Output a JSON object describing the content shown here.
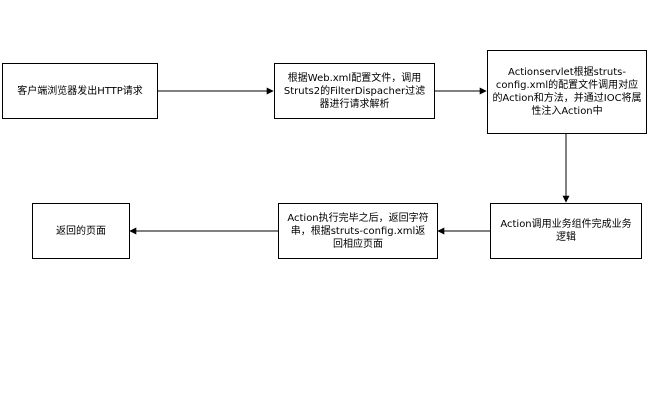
{
  "flow": {
    "boxes": [
      {
        "id": "client-request",
        "text": "客户端浏览器发出HTTP请求"
      },
      {
        "id": "filter-dispatcher",
        "text": "根据Web.xml配置文件，调用\nStruts2的FilterDispacher过滤\n器进行请求解析"
      },
      {
        "id": "action-servlet",
        "text": "Actionservlet根据struts-\nconfig.xml的配置文件调用对应\n的Action和方法，并通过IOC将属\n性注入Action中"
      },
      {
        "id": "business-logic",
        "text": "Action调用业务组件完成业务\n逻辑"
      },
      {
        "id": "return-string",
        "text": "Action执行完毕之后，返回字符\n串，根据struts-config.xml返\n回相应页面"
      },
      {
        "id": "returned-page",
        "text": "返回的页面"
      }
    ]
  },
  "colors": {
    "line": "#000000",
    "box_bg": "#ffffff"
  }
}
